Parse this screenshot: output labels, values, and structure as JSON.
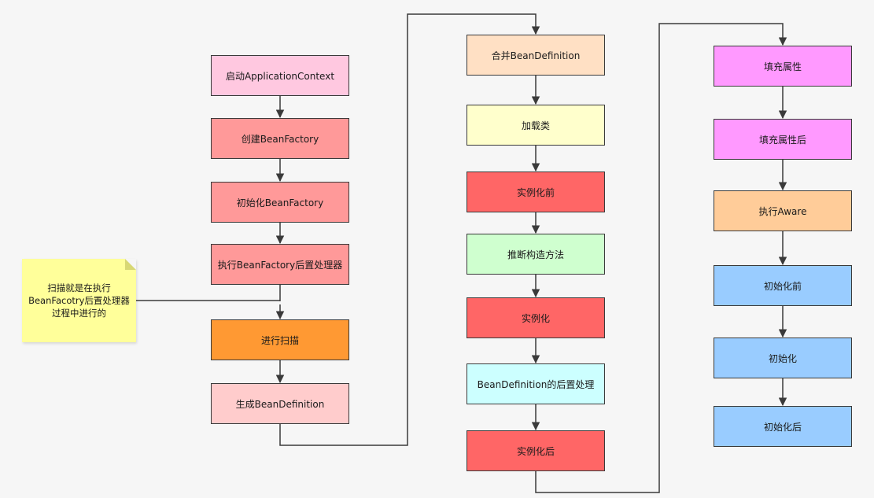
{
  "colors": {
    "pink_light": "#ffc8e0",
    "salmon": "#ff9999",
    "orange": "#ff9933",
    "pink_pale": "#ffcccc",
    "peach": "#ffe0c4",
    "yellow_pale": "#ffffcc",
    "red": "#ff6666",
    "green_pale": "#cfffcf",
    "cyan_pale": "#ccffff",
    "magenta": "#ff99ff",
    "orange_light": "#ffcc99",
    "blue_light": "#99ccff",
    "note_yellow": "#ffff9a",
    "line": "#3a3a3a"
  },
  "column1": {
    "n1": "启动ApplicationContext",
    "n2": "创建BeanFactory",
    "n3": "初始化BeanFactory",
    "n4": "执行BeanFactory后置处理器",
    "n5": "进行扫描",
    "n6": "生成BeanDefinition"
  },
  "column2": {
    "n1": "合并BeanDefinition",
    "n2": "加载类",
    "n3": "实例化前",
    "n4": "推断构造方法",
    "n5": "实例化",
    "n6": "BeanDefinition的后置处理",
    "n7": "实例化后"
  },
  "column3": {
    "n1": "填充属性",
    "n2": "填充属性后",
    "n3": "执行Aware",
    "n4": "初始化前",
    "n5": "初始化",
    "n6": "初始化后"
  },
  "note": {
    "line1": "扫描就是在执行",
    "line2": "BeanFacotry后置处理器",
    "line3": "过程中进行的"
  }
}
